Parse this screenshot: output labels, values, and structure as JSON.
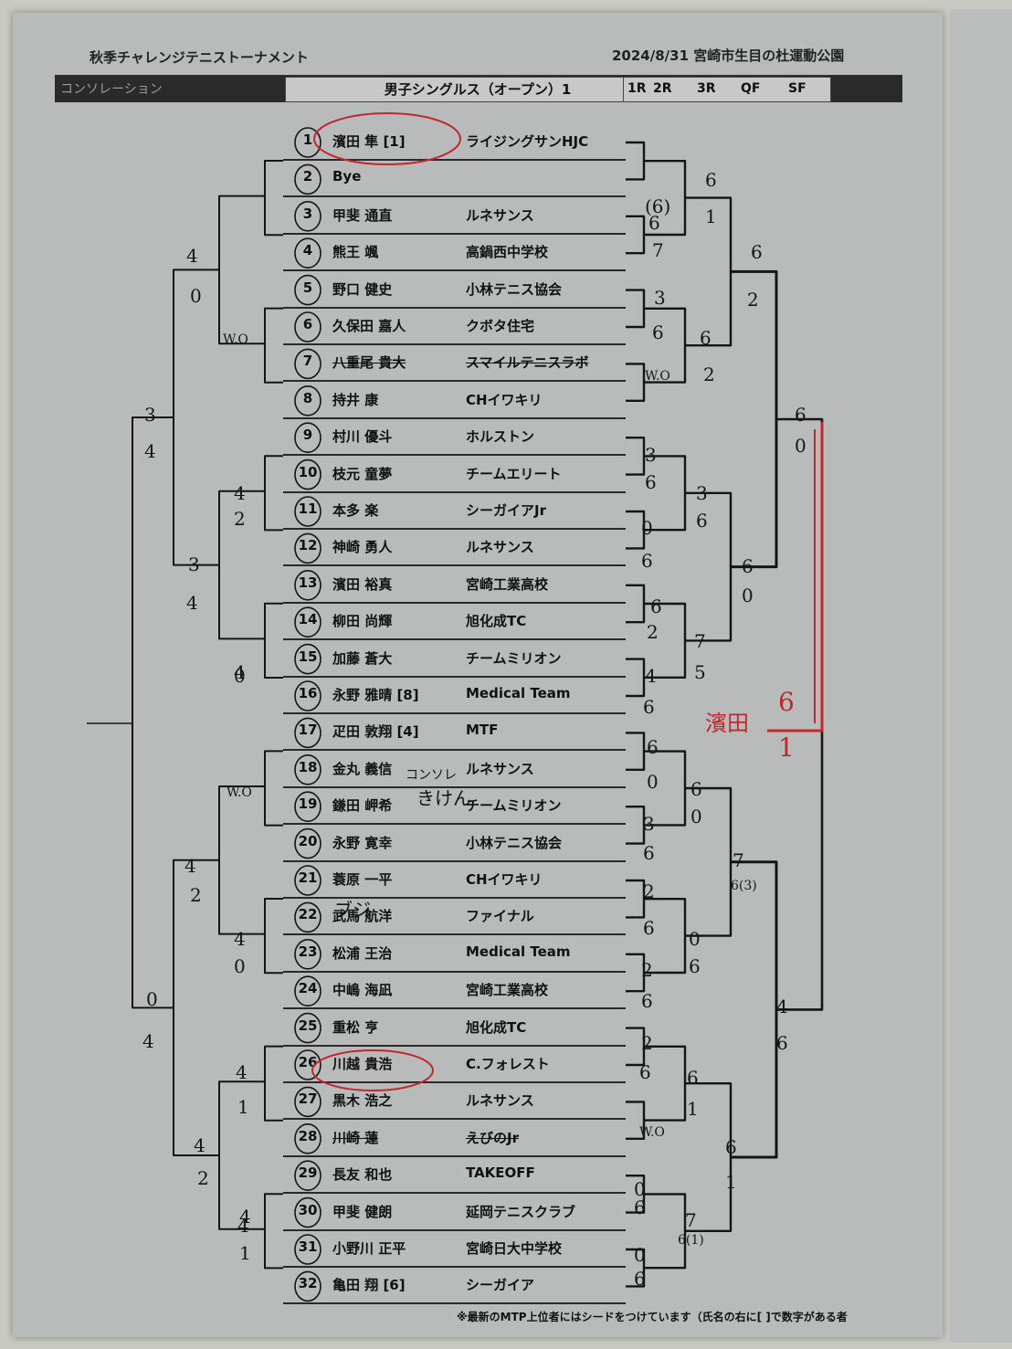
{
  "header": {
    "title": "秋季チャレンジテニストーナメント",
    "date_venue": "2024/8/31  宮崎市生目の杜運動公園",
    "consolation": "コンソレーション",
    "event": "男子シングルス（オープン）1",
    "rounds": [
      "1R",
      "2R",
      "3R",
      "QF",
      "SF"
    ]
  },
  "players": [
    {
      "no": "1",
      "name": "濱田 隼 [1]",
      "club": "ライジングサンHJC"
    },
    {
      "no": "2",
      "name": "Bye",
      "club": ""
    },
    {
      "no": "3",
      "name": "甲斐 通直",
      "club": "ルネサンス"
    },
    {
      "no": "4",
      "name": "熊王 颯",
      "club": "高鍋西中学校"
    },
    {
      "no": "5",
      "name": "野口 健史",
      "club": "小林テニス協会"
    },
    {
      "no": "6",
      "name": "久保田 嘉人",
      "club": "クボタ住宅"
    },
    {
      "no": "7",
      "name": "八重尾 貴大",
      "club": "スマイルテニスラボ"
    },
    {
      "no": "8",
      "name": "持井 康",
      "club": "CHイワキリ"
    },
    {
      "no": "9",
      "name": "村川 優斗",
      "club": "ホルストン"
    },
    {
      "no": "10",
      "name": "枝元 童夢",
      "club": "チームエリート"
    },
    {
      "no": "11",
      "name": "本多 楽",
      "club": "シーガイアJr"
    },
    {
      "no": "12",
      "name": "神崎 勇人",
      "club": "ルネサンス"
    },
    {
      "no": "13",
      "name": "濱田 裕真",
      "club": "宮崎工業高校"
    },
    {
      "no": "14",
      "name": "柳田 尚輝",
      "club": "旭化成TC"
    },
    {
      "no": "15",
      "name": "加藤 蒼大",
      "club": "チームミリオン"
    },
    {
      "no": "16",
      "name": "永野 雅晴 [8]",
      "club": "Medical Team"
    },
    {
      "no": "17",
      "name": "疋田 敦翔 [4]",
      "club": "MTF"
    },
    {
      "no": "18",
      "name": "金丸 義信",
      "club": "ルネサンス"
    },
    {
      "no": "19",
      "name": "鎌田 岬希",
      "club": "チームミリオン"
    },
    {
      "no": "20",
      "name": "永野 寛幸",
      "club": "小林テニス協会"
    },
    {
      "no": "21",
      "name": "蓑原 一平",
      "club": "CHイワキリ"
    },
    {
      "no": "22",
      "name": "武馬 航洋",
      "club": "ファイナル"
    },
    {
      "no": "23",
      "name": "松浦 王治",
      "club": "Medical Team"
    },
    {
      "no": "24",
      "name": "中嶋 海凪",
      "club": "宮崎工業高校"
    },
    {
      "no": "25",
      "name": "重松 亨",
      "club": "旭化成TC"
    },
    {
      "no": "26",
      "name": "川越 貴浩",
      "club": "C.フォレスト"
    },
    {
      "no": "27",
      "name": "黒木 浩之",
      "club": "ルネサンス"
    },
    {
      "no": "28",
      "name": "川崎 蓮",
      "club": "えびのJr"
    },
    {
      "no": "29",
      "name": "長友 和也",
      "club": "TAKEOFF"
    },
    {
      "no": "30",
      "name": "甲斐 健朗",
      "club": "延岡テニスクラブ"
    },
    {
      "no": "31",
      "name": "小野川 正平",
      "club": "宮崎日大中学校"
    },
    {
      "no": "32",
      "name": "亀田 翔 [6]",
      "club": "シーガイア"
    }
  ],
  "scores": [
    {
      "t": "6"
    },
    {
      "t": "1"
    },
    {
      "t": "(6)"
    },
    {
      "t": "6"
    },
    {
      "t": "7"
    },
    {
      "t": "3"
    },
    {
      "t": "6"
    },
    {
      "t": "6"
    },
    {
      "t": "2"
    },
    {
      "t": "W.O"
    },
    {
      "t": "6"
    },
    {
      "t": "2"
    },
    {
      "t": "6"
    },
    {
      "t": "0"
    },
    {
      "t": "3"
    },
    {
      "t": "6"
    },
    {
      "t": "3"
    },
    {
      "t": "6"
    },
    {
      "t": "0"
    },
    {
      "t": "6"
    },
    {
      "t": "6"
    },
    {
      "t": "0"
    },
    {
      "t": "6"
    },
    {
      "t": "2"
    },
    {
      "t": "7"
    },
    {
      "t": "5"
    },
    {
      "t": "4"
    },
    {
      "t": "6"
    },
    {
      "t": "6"
    },
    {
      "t": "0"
    },
    {
      "t": "6"
    },
    {
      "t": "0"
    },
    {
      "t": "3"
    },
    {
      "t": "6"
    },
    {
      "t": "7"
    },
    {
      "t": "6(3)"
    },
    {
      "t": "2"
    },
    {
      "t": "6"
    },
    {
      "t": "0"
    },
    {
      "t": "6"
    },
    {
      "t": "2"
    },
    {
      "t": "6"
    },
    {
      "t": "4"
    },
    {
      "t": "6"
    },
    {
      "t": "2"
    },
    {
      "t": "6"
    },
    {
      "t": "6"
    },
    {
      "t": "1"
    },
    {
      "t": "W.O"
    },
    {
      "t": "6"
    },
    {
      "t": "1"
    },
    {
      "t": "0"
    },
    {
      "t": "6"
    },
    {
      "t": "7"
    },
    {
      "t": "6(1)"
    },
    {
      "t": "0"
    },
    {
      "t": "6"
    },
    {
      "t": "4"
    },
    {
      "t": "0"
    },
    {
      "t": "W.O"
    },
    {
      "t": "3"
    },
    {
      "t": "4"
    },
    {
      "t": "4"
    },
    {
      "t": "2"
    },
    {
      "t": "3"
    },
    {
      "t": "4"
    },
    {
      "t": "0"
    },
    {
      "t": "4"
    },
    {
      "t": "W.O"
    },
    {
      "t": "4"
    },
    {
      "t": "2"
    },
    {
      "t": "4"
    },
    {
      "t": "0"
    },
    {
      "t": "0"
    },
    {
      "t": "4"
    },
    {
      "t": "4"
    },
    {
      "t": "1"
    },
    {
      "t": "4"
    },
    {
      "t": "2"
    },
    {
      "t": "4"
    },
    {
      "t": "1"
    },
    {
      "t": "4"
    },
    {
      "t": "コンソレ"
    },
    {
      "t": "きけん"
    },
    {
      "t": "ブジ"
    }
  ],
  "final": {
    "name": "濱田",
    "top": "6",
    "bottom": "1"
  },
  "footnote": "※最新のMTP上位者にはシードをつけています（氏名の右に[ ]で数字がある者",
  "colors": {
    "paper": "#b9bbbb",
    "ink": "#151515",
    "red_pen": "#c1272d",
    "bar": "#2a2a2a"
  }
}
